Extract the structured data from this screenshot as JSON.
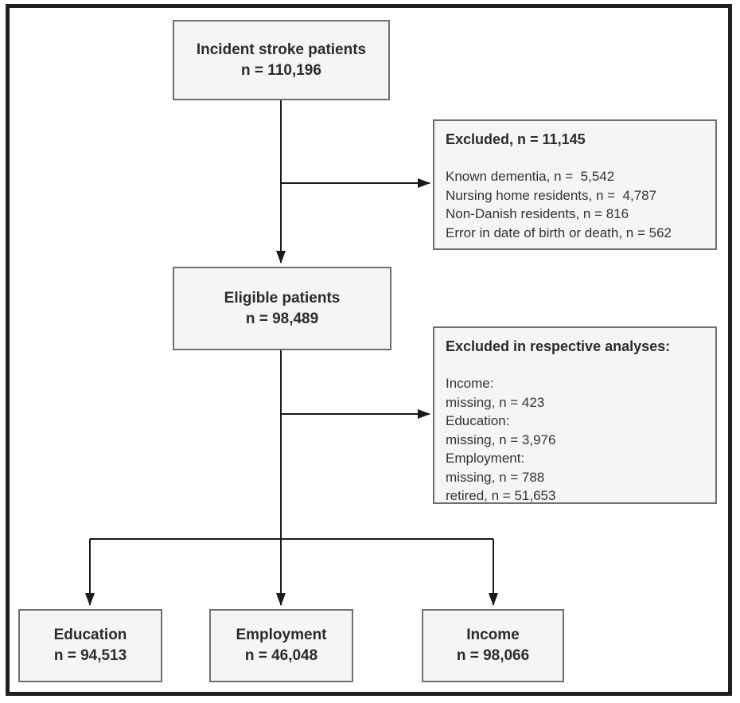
{
  "diagram": {
    "type": "patient-flowchart",
    "boxes": {
      "incident": {
        "title": "Incident stroke patients",
        "count": "n = 110,196"
      },
      "eligible": {
        "title": "Eligible patients",
        "count": "n = 98,489"
      },
      "education": {
        "title": "Education",
        "count": "n = 94,513"
      },
      "employment": {
        "title": "Employment",
        "count": "n = 46,048"
      },
      "income": {
        "title": "Income",
        "count": "n = 98,066"
      }
    },
    "excluded1": {
      "title": "Excluded, n = 11,145",
      "lines": [
        "Known dementia, n =  5,542",
        "Nursing home residents, n =  4,787",
        "Non-Danish residents, n = 816",
        "Error in date of birth or death, n = 562"
      ]
    },
    "excluded2": {
      "title": "Excluded in respective analyses:",
      "lines": [
        "Income:",
        "missing, n = 423",
        "Education:",
        "missing, n = 3,976",
        "Employment:",
        "missing, n = 788",
        "retired, n = 51,653"
      ]
    },
    "colors": {
      "box_fill": "#f5f5f5",
      "box_border": "#6f6f6f",
      "connector": "#1a1a1a",
      "frame": "#231f20",
      "background": "#ffffff"
    }
  }
}
